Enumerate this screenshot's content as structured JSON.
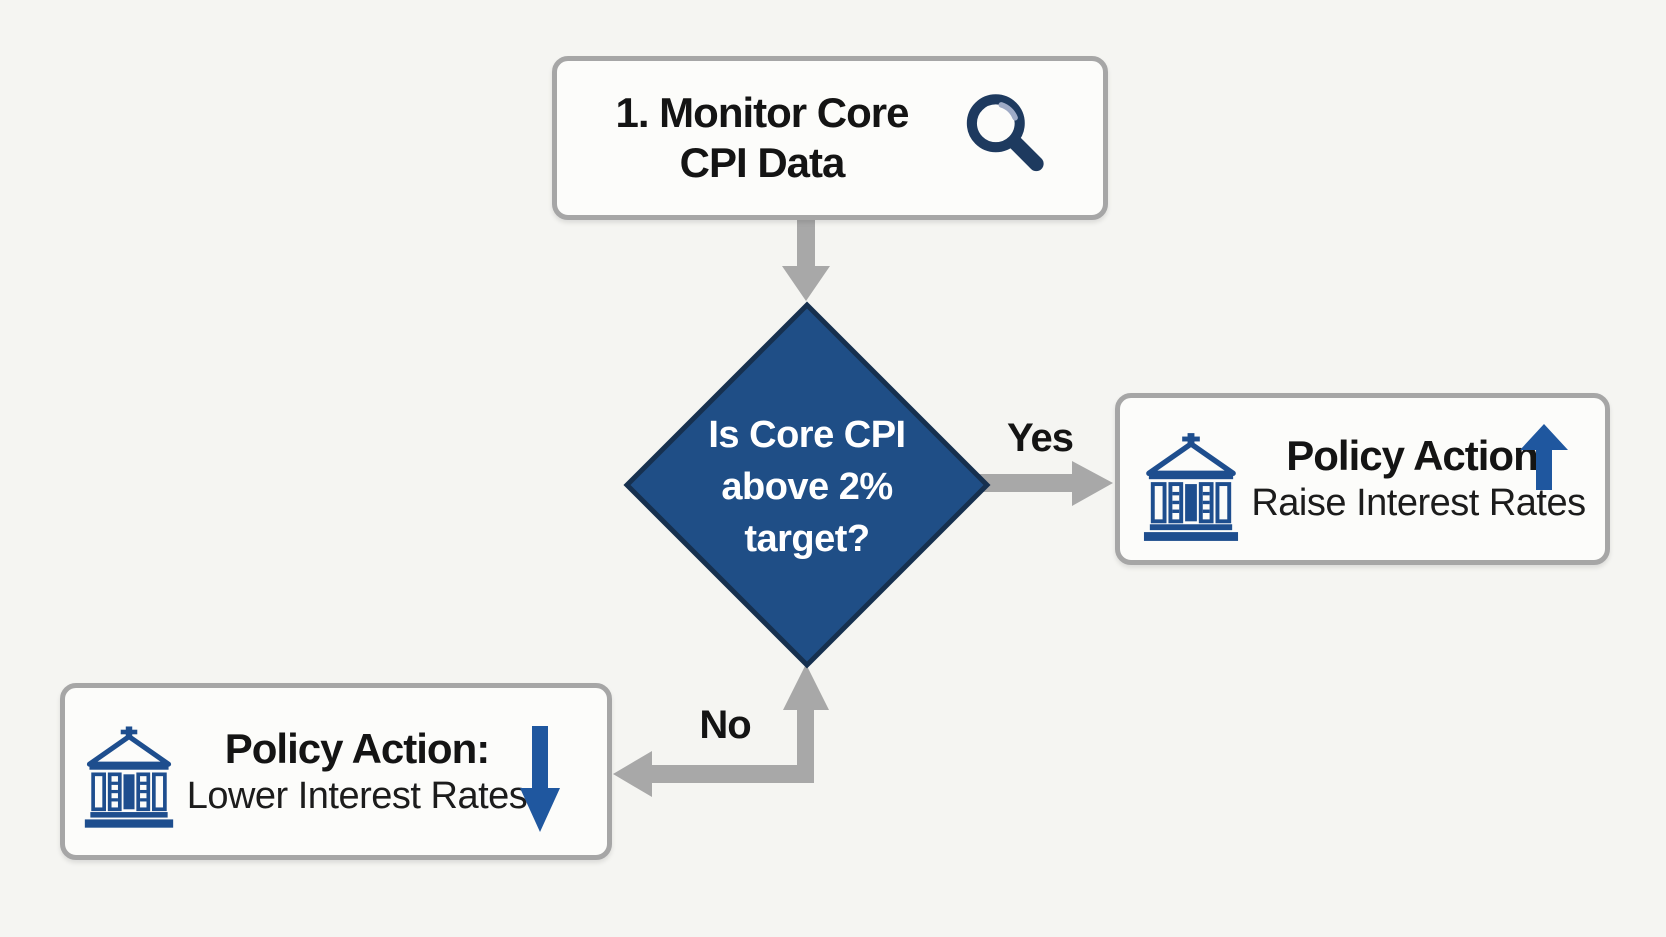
{
  "colors": {
    "background": "#f5f5f2",
    "box_fill": "#fcfcfa",
    "box_border": "#a6a6a6",
    "connector_gray": "#a8a8a8",
    "diamond_fill": "#1f4e86",
    "diamond_border": "#16304f",
    "magnifier_navy": "#1e3a5f",
    "magnifier_highlight": "#9fabc6",
    "bank_blue": "#1e4e8e",
    "action_arrow_blue": "#1f579f",
    "text_dark": "#141414",
    "text_white": "#ffffff"
  },
  "nodes": {
    "monitor": {
      "line1": "1. Monitor Core",
      "line2": "CPI Data",
      "icon": "magnifier-icon"
    },
    "decision": {
      "line1": "Is Core CPI",
      "line2": "above 2%",
      "line3": "target?"
    },
    "raise": {
      "title": "Policy Action:",
      "subtitle": "Raise Interest Rates",
      "icon": "bank-icon",
      "arrow_icon": "arrow-up-icon"
    },
    "lower": {
      "title": "Policy Action:",
      "subtitle": "Lower Interest Rates",
      "icon": "bank-icon",
      "arrow_icon": "arrow-down-icon"
    }
  },
  "edges": {
    "yes_label": "Yes",
    "no_label": "No"
  }
}
